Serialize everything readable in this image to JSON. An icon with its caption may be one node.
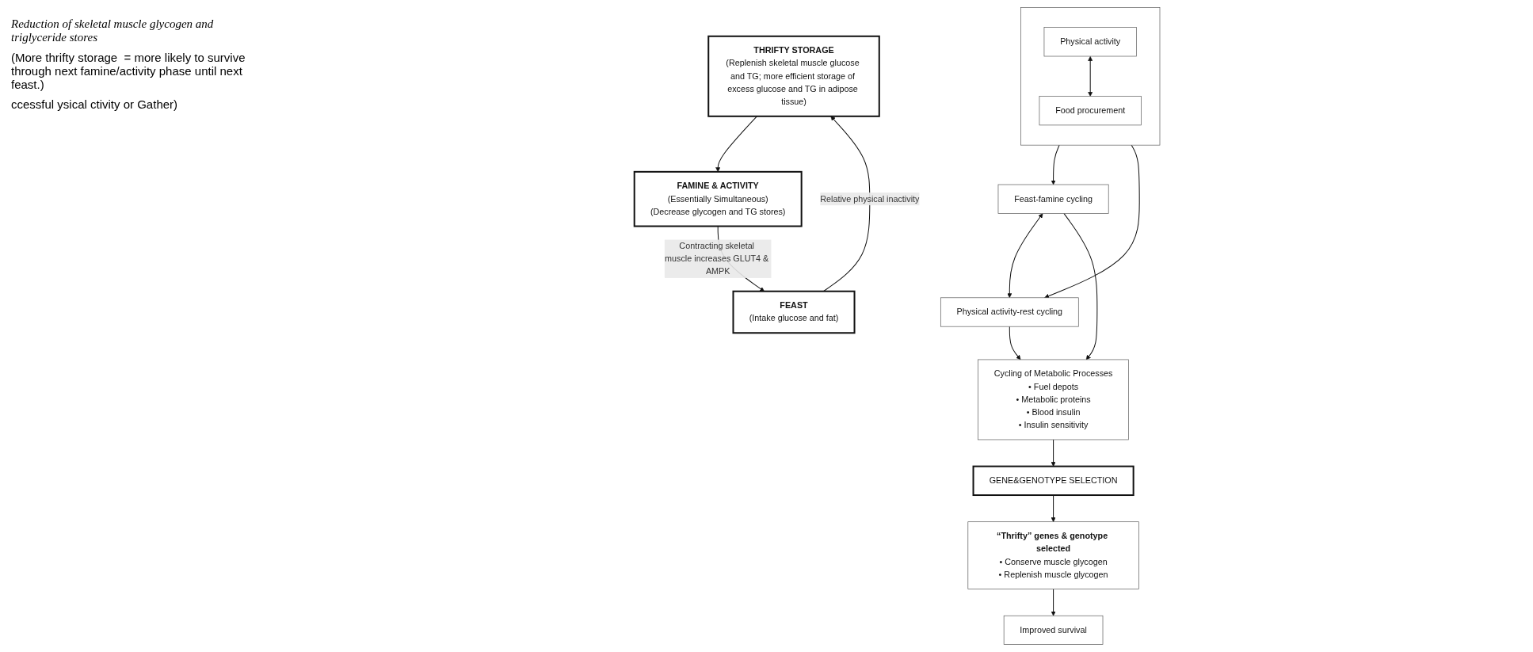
{
  "diagram": {
    "nodes": [
      {
        "text": [],
        "shape": "box"
      },
      {
        "text": [
          "Physical activity"
        ],
        "in": 0
      },
      {
        "text": [
          "Food procurement"
        ],
        "in": 0
      },
      {
        "text": [
          "Feast-famine cycling"
        ]
      },
      {
        "text": [
          "Physical activity-rest cycling"
        ]
      },
      {
        "text": [
          "Cycling of Metabolic Processes",
          "• Fuel depots",
          "• Metabolic proteins",
          "• Blood insulin",
          "• Insulin sensitivity"
        ]
      },
      {
        "text": [
          "GENE&GENOTYPE SELECTION"
        ]
      },
      {
        "text": [
          "“Thrifty” genes & genotype selected",
          "• Conserve muscle glycogen",
          "• Replenish muscle glycogen"
        ]
      },
      {
        "text": [
          "Improved survival"
        ]
      },
      {
        "text": [
          "THRIFTY STORAGE",
          "(Replenish skeletal muscle glucose and TG; more efficient storage of excess glucose and TG in adipose tissue)"
        ]
      },
      {
        "text": [
          "FAMINE & ACTIVITY",
          "(Essentially Simultaneous)",
          "(Decrease glycogen and TG stores)"
        ]
      },
      {
        "text": [
          "FEAST",
          "(Intake glucose and fat)"
        ]
      }
    ],
    "edges": [
      {
        "from": 1,
        "to": 2,
        "arrow": "both"
      },
      {
        "from": 0,
        "to": 3,
        "arrow": "to"
      },
      {
        "from": 0,
        "to": 4,
        "arrow": "to"
      },
      {
        "from": 3,
        "to": 4,
        "arrow": "both"
      },
      {
        "from": 3,
        "to": 5,
        "arrow": "to"
      },
      {
        "from": 4,
        "to": 5,
        "arrow": "to"
      },
      {
        "from": 5,
        "to": 6,
        "arrow": "to"
      },
      {
        "from": 6,
        "to": 7,
        "arrow": "to"
      },
      {
        "from": 7,
        "to": 8,
        "arrow": "to"
      },
      {
        "from": 9,
        "to": 10,
        "arrow": "to"
      },
      {
        "from": 10,
        "to": 11,
        "arrow": "to",
        "label": "Contracting skeletal muscle increases GLUT4 & AMPK"
      },
      {
        "from": 11,
        "to": 9,
        "arrow": "to",
        "label": "Relative physical inactivity"
      }
    ],
    "labels": [
      "Reduction of skeletal muscle glycogen and triglyceride stores",
      "(More thrifty storage  = more likely to survive through next famine/activity phase until next feast.)",
      "ccessful ysical ctivity or Gather)"
    ]
  }
}
